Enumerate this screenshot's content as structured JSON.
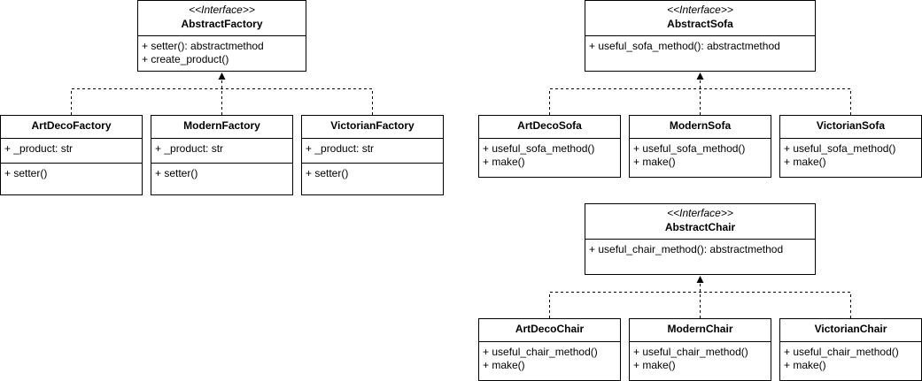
{
  "classes": {
    "abstract_factory": {
      "stereotype": "<<Interface>>",
      "name": "AbstractFactory",
      "methods": [
        "+ setter(): abstractmethod",
        "+ create_product()"
      ]
    },
    "art_deco_factory": {
      "name": "ArtDecoFactory",
      "attributes": [
        "+ _product: str"
      ],
      "methods": [
        "+ setter()"
      ]
    },
    "modern_factory": {
      "name": "ModernFactory",
      "attributes": [
        "+ _product: str"
      ],
      "methods": [
        "+ setter()"
      ]
    },
    "victorian_factory": {
      "name": "VictorianFactory",
      "attributes": [
        "+ _product: str"
      ],
      "methods": [
        "+ setter()"
      ]
    },
    "abstract_sofa": {
      "stereotype": "<<Interface>>",
      "name": "AbstractSofa",
      "methods": [
        "+ useful_sofa_method(): abstractmethod"
      ]
    },
    "art_deco_sofa": {
      "name": "ArtDecoSofa",
      "methods": [
        "+ useful_sofa_method()",
        "+ make()"
      ]
    },
    "modern_sofa": {
      "name": "ModernSofa",
      "methods": [
        "+ useful_sofa_method()",
        "+ make()"
      ]
    },
    "victorian_sofa": {
      "name": "VictorianSofa",
      "methods": [
        "+ useful_sofa_method()",
        "+ make()"
      ]
    },
    "abstract_chair": {
      "stereotype": "<<Interface>>",
      "name": "AbstractChair",
      "methods": [
        "+ useful_chair_method(): abstractmethod"
      ]
    },
    "art_deco_chair": {
      "name": "ArtDecoChair",
      "methods": [
        "+ useful_chair_method()",
        "+ make()"
      ]
    },
    "modern_chair": {
      "name": "ModernChair",
      "methods": [
        "+ useful_chair_method()",
        "+ make()"
      ]
    },
    "victorian_chair": {
      "name": "VictorianChair",
      "methods": [
        "+ useful_chair_method()",
        "+ make()"
      ]
    }
  },
  "relations": [
    {
      "type": "realization",
      "from": [
        "art_deco_factory",
        "modern_factory",
        "victorian_factory"
      ],
      "to": "abstract_factory"
    },
    {
      "type": "realization",
      "from": [
        "art_deco_sofa",
        "modern_sofa",
        "victorian_sofa"
      ],
      "to": "abstract_sofa"
    },
    {
      "type": "realization",
      "from": [
        "art_deco_chair",
        "modern_chair",
        "victorian_chair"
      ],
      "to": "abstract_chair"
    }
  ]
}
